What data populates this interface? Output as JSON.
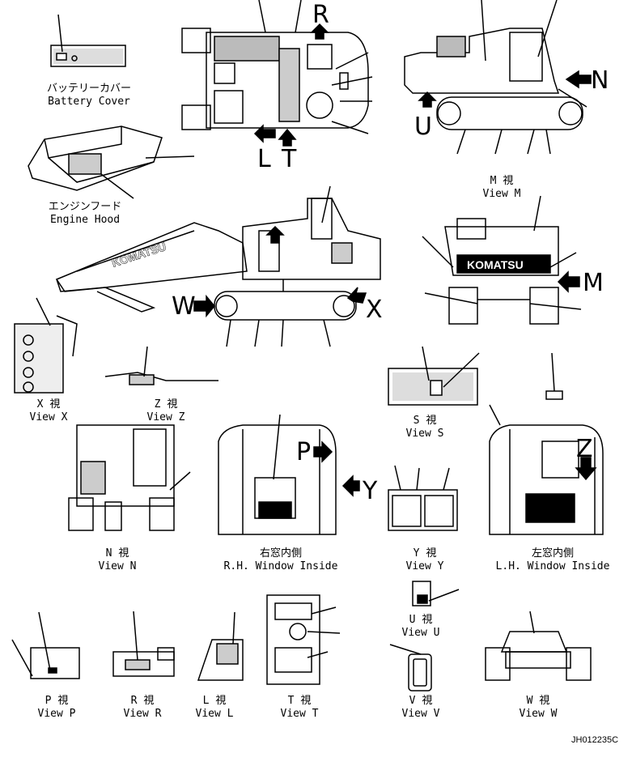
{
  "views": {
    "battery_cover": {
      "jp": "バッテリーカバー",
      "en": "Battery Cover"
    },
    "engine_hood": {
      "jp": "エンジンフード",
      "en": "Engine Hood"
    },
    "view_m": {
      "jp": "M 視",
      "en": "View M"
    },
    "view_x": {
      "jp": "X 視",
      "en": "View X"
    },
    "view_z": {
      "jp": "Z 視",
      "en": "View Z"
    },
    "view_s": {
      "jp": "S 視",
      "en": "View S"
    },
    "view_n": {
      "jp": "N 視",
      "en": "View N"
    },
    "rh_window": {
      "jp": "右窓内側",
      "en": "R.H. Window Inside"
    },
    "view_y": {
      "jp": "Y 視",
      "en": "View Y"
    },
    "lh_window": {
      "jp": "左窓内側",
      "en": "L.H. Window Inside"
    },
    "view_u": {
      "jp": "U 視",
      "en": "View U"
    },
    "view_p": {
      "jp": "P 視",
      "en": "View P"
    },
    "view_r": {
      "jp": "R 視",
      "en": "View R"
    },
    "view_l": {
      "jp": "L 視",
      "en": "View L"
    },
    "view_t": {
      "jp": "T 視",
      "en": "View T"
    },
    "view_v": {
      "jp": "V 視",
      "en": "View V"
    },
    "view_w": {
      "jp": "W 視",
      "en": "View W"
    }
  },
  "arrows": {
    "r": "R",
    "l": "L",
    "t": "T",
    "n": "N",
    "u": "U",
    "m": "M",
    "w": "W",
    "x": "X",
    "p": "P",
    "y": "Y",
    "z": "Z"
  },
  "brand": "KOMATSU",
  "drawing_code": "JH012235C"
}
